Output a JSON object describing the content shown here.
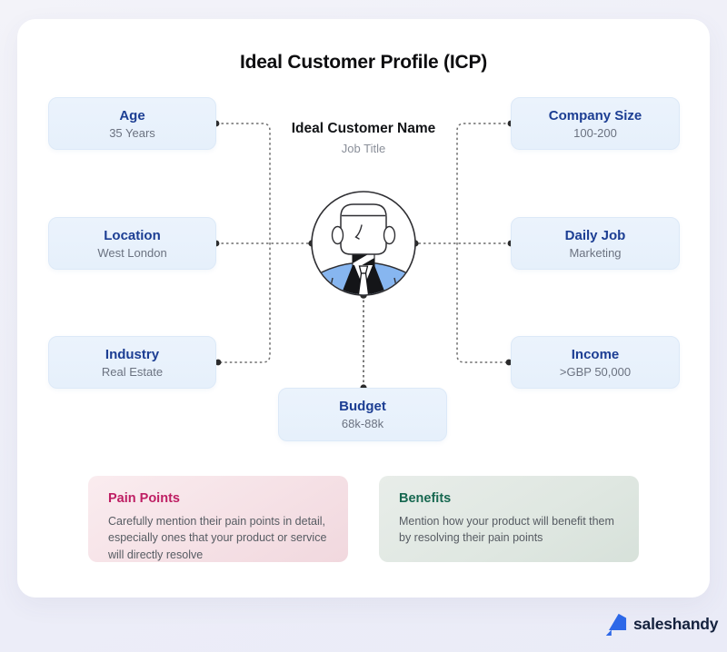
{
  "page": {
    "title": "Ideal Customer Profile (ICP)"
  },
  "center": {
    "name": "Ideal Customer Name",
    "subtitle": "Job Title",
    "avatar_icon": "male-customer-avatar"
  },
  "attributes": [
    {
      "id": "age",
      "label": "Age",
      "value": "35 Years",
      "side": "left"
    },
    {
      "id": "location",
      "label": "Location",
      "value": "West London",
      "side": "left"
    },
    {
      "id": "industry",
      "label": "Industry",
      "value": "Real Estate",
      "side": "left"
    },
    {
      "id": "company-size",
      "label": "Company Size",
      "value": "100-200",
      "side": "right"
    },
    {
      "id": "daily-job",
      "label": "Daily Job",
      "value": "Marketing",
      "side": "right"
    },
    {
      "id": "income",
      "label": "Income",
      "value": ">GBP 50,000",
      "side": "right"
    },
    {
      "id": "budget",
      "label": "Budget",
      "value": "68k-88k",
      "side": "bottom"
    }
  ],
  "notes": {
    "pain_points": {
      "title": "Pain Points",
      "body": "Carefully mention their pain points in detail, especially ones that your product or service will directly resolve"
    },
    "benefits": {
      "title": "Benefits",
      "body": "Mention how your product will benefit them by resolving their pain points"
    }
  },
  "brand": {
    "name": "saleshandy"
  },
  "colors": {
    "attr_box_bg": "#E9F2FC",
    "attr_label": "#1C3E93",
    "attr_value": "#6B7280",
    "pain_title": "#BE1E63",
    "pain_bg": "#F5E0E5",
    "benefits_title": "#176850",
    "benefits_bg": "#DFE7E1",
    "connector": "#6E6E6E",
    "brand_blue": "#2D68E8",
    "avatar_shoulders": "#87B6F0"
  }
}
